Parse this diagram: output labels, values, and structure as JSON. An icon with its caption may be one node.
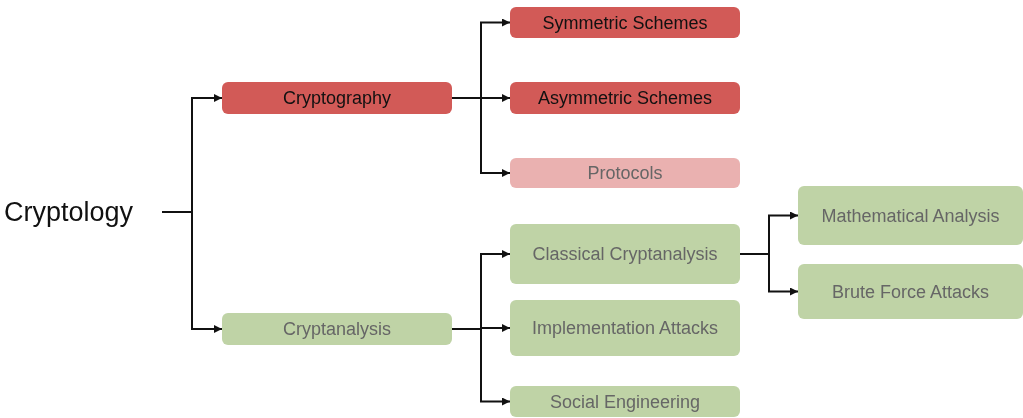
{
  "diagram": {
    "nodes": [
      {
        "text": [
          "Cryptology"
        ]
      },
      {
        "text": [
          "Cryptography"
        ]
      },
      {
        "text": [
          "Symmetric Schemes"
        ]
      },
      {
        "text": [
          "Asymmetric Schemes"
        ]
      },
      {
        "text": [
          "Protocols"
        ]
      },
      {
        "text": [
          "Cryptanalysis"
        ]
      },
      {
        "text": [
          "Classical Cryptanalysis"
        ]
      },
      {
        "text": [
          "Implementation Attacks"
        ]
      },
      {
        "text": [
          "Social Engineering"
        ]
      },
      {
        "text": [
          "Mathematical Analysis"
        ]
      },
      {
        "text": [
          "Brute Force Attacks"
        ]
      }
    ],
    "edges": [
      {
        "from": 0,
        "to": 1,
        "arrow": "to"
      },
      {
        "from": 0,
        "to": 5,
        "arrow": "to"
      },
      {
        "from": 1,
        "to": 2,
        "arrow": "to"
      },
      {
        "from": 1,
        "to": 3,
        "arrow": "to"
      },
      {
        "from": 1,
        "to": 4,
        "arrow": "to"
      },
      {
        "from": 5,
        "to": 6,
        "arrow": "to"
      },
      {
        "from": 5,
        "to": 7,
        "arrow": "to"
      },
      {
        "from": 5,
        "to": 8,
        "arrow": "to"
      },
      {
        "from": 6,
        "to": 9,
        "arrow": "to"
      },
      {
        "from": 6,
        "to": 10,
        "arrow": "to"
      }
    ]
  }
}
